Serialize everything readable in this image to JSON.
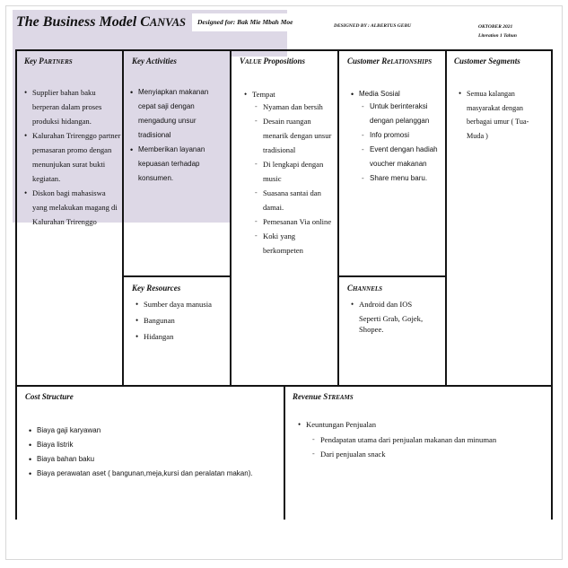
{
  "header": {
    "title_main": "The Business Model C",
    "title_sc": "ANVAS",
    "designed_for": "Designed for: Bak Mie Mbah Moe",
    "designed_by": "DESIGNED BY : ALBERTUS GEBU",
    "date": "OKTOBER 2021",
    "iteration": "Literation 1 Tahun"
  },
  "key_partners": {
    "title_a": "Key P",
    "title_b": "ARTNERS",
    "items": [
      "Supplier bahan baku berperan dalam proses produksi hidangan.",
      "Kalurahan Trirenggo partner pemasaran promo dengan menunjukan surat bukti kegiatan.",
      "Diskon bagi mahasiswa yang melakukan magang di Kalurahan Trirenggo"
    ]
  },
  "key_activities": {
    "title": "Key Activities",
    "items": [
      "Menyiapkan makanan cepat saji dengan mengadung unsur tradisional",
      "Memberikan layanan kepuasan terhadap konsumen."
    ]
  },
  "key_resources": {
    "title": "Key Resources",
    "items": [
      "Sumber daya manusia",
      "Bangunan",
      "Hidangan"
    ]
  },
  "value_propositions": {
    "title_a": "V",
    "title_b": "ALUE ",
    "title_c": "Propositions",
    "parent": "Tempat",
    "items": [
      "Nyaman dan bersih",
      "Desain ruangan menarik dengan unsur tradisional",
      "Di lengkapi dengan music",
      "Suasana santai dan damai.",
      "Pemesanan Via online",
      "Koki yang berkompeten"
    ]
  },
  "customer_relationships": {
    "title_a": "Customer Re",
    "title_b": "LATIONSHIPS",
    "parent": "Media Sosial",
    "items": [
      "Untuk berinteraksi dengan pelanggan",
      "Info promosi",
      "Event dengan hadiah voucher makanan",
      "Share menu baru."
    ]
  },
  "channels": {
    "title_a": "C",
    "title_b": "HANNELS",
    "item": "Android dan IOS",
    "extra": "Seperti Grab, Gojek, Shopee."
  },
  "customer_segments": {
    "title": "Customer Segments",
    "items": [
      "Semua kalangan masyarakat dengan berbagai umur ( Tua-Muda )"
    ]
  },
  "cost_structure": {
    "title": "Cost Structure",
    "items": [
      "Biaya gaji karyawan",
      "Biaya listrik",
      "Biaya bahan baku",
      "Biaya perawatan aset ( bangunan,meja,kursi dan peralatan makan)."
    ]
  },
  "revenue_streams": {
    "title_a": "Revenue S",
    "title_b": "TREAMS",
    "parent": "Keuntungan Penjualan",
    "items": [
      "Pendapatan utama dari penjualan makanan dan minuman",
      "Dari penjualan snack"
    ]
  }
}
